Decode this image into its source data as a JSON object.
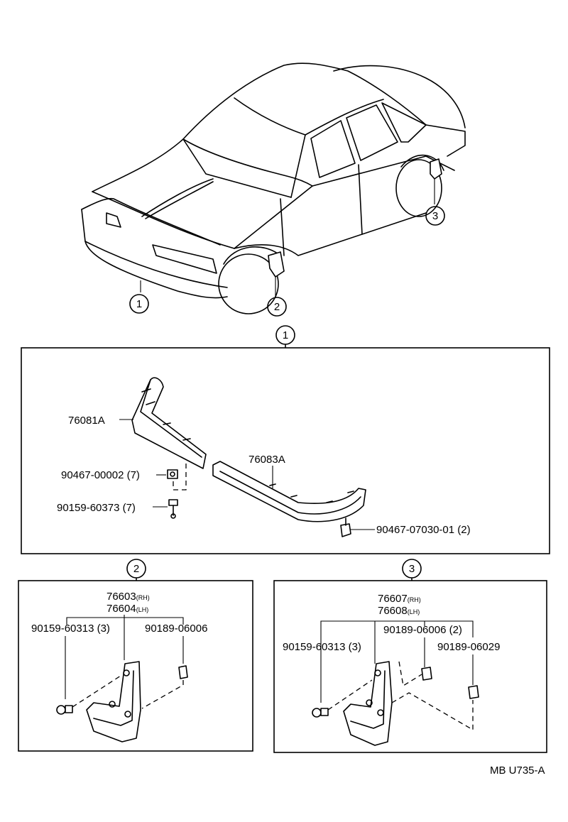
{
  "diagram_code": "MB U735-A",
  "callouts": {
    "c1": "1",
    "c2": "2",
    "c3": "3"
  },
  "section1": {
    "callout": "1",
    "labels": {
      "bumper_left": "76081A",
      "bumper_right": "76083A",
      "nut": "90467-00002 (7)",
      "screw": "90159-60373 (7)",
      "clip": "90467-07030-01 (2)"
    }
  },
  "section2": {
    "callout": "2",
    "flap_rh": "76603",
    "flap_rh_sub": "(RH)",
    "flap_lh": "76604",
    "flap_lh_sub": "(LH)",
    "screw": "90159-60313 (3)",
    "clip": "90189-06006"
  },
  "section3": {
    "callout": "3",
    "flap_rh": "76607",
    "flap_rh_sub": "(RH)",
    "flap_lh": "76608",
    "flap_lh_sub": "(LH)",
    "screw": "90159-60313 (3)",
    "clip1": "90189-06006 (2)",
    "clip2": "90189-06029"
  }
}
